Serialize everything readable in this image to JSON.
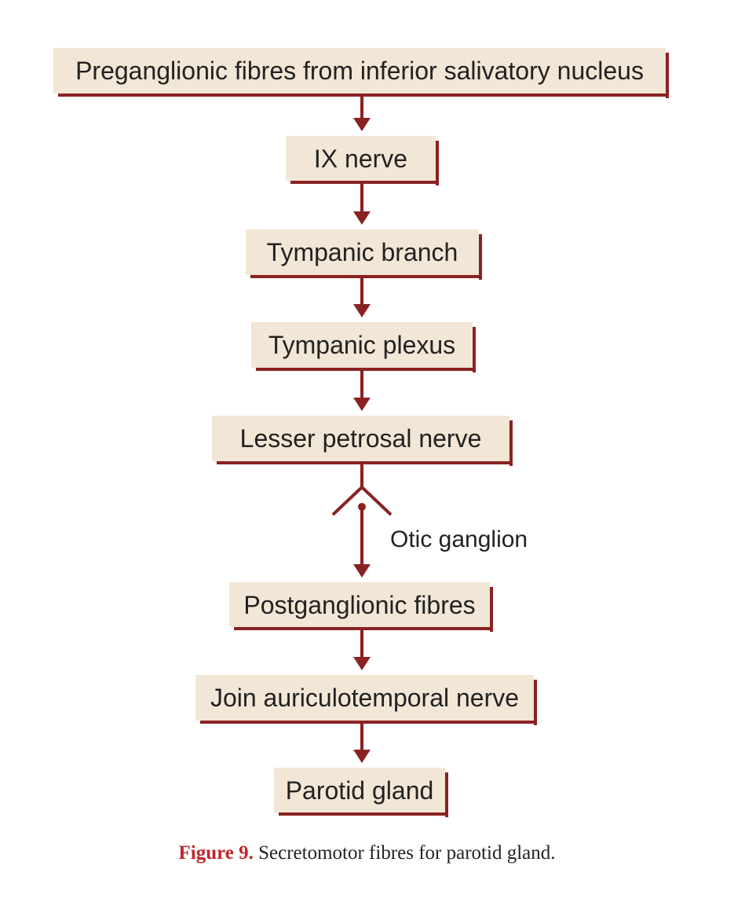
{
  "diagram": {
    "steps": [
      "Preganglionic fibres from inferior salivatory nucleus",
      "IX nerve",
      "Tympanic branch",
      "Tympanic plexus",
      "Lesser petrosal nerve",
      "Postganglionic fibres",
      "Join auriculotemporal nerve",
      "Parotid gland"
    ],
    "ganglion_label": "Otic ganglion"
  },
  "caption": {
    "figure_number": "Figure 9.",
    "text": " Secretomotor fibres for parotid gland."
  },
  "colors": {
    "box_fill": "#f2e6d6",
    "accent": "#8a2222",
    "caption_number": "#c0262c"
  }
}
